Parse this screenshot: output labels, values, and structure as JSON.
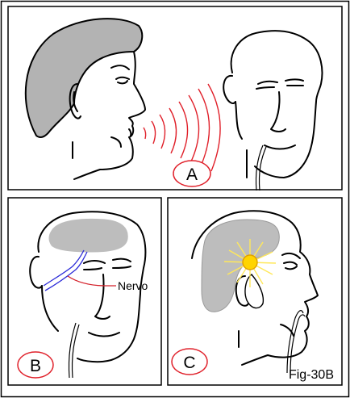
{
  "panels": {
    "a": {
      "label": "A"
    },
    "b": {
      "label": "B",
      "callout": "Nervo"
    },
    "c": {
      "label": "C"
    }
  },
  "figure_label": "Fig-30B",
  "colors": {
    "background": "#ffffff",
    "panel_border": "#000000",
    "brain_fill": "#bdbdbd",
    "hair_fill": "#b3b3b3",
    "sound_waves": "#e0202a",
    "label_ellipse": "#e0202a",
    "nerve": "#2a2ad8",
    "nerve_callout_line": "#d4202a",
    "light_core": "#ffd400",
    "light_core_stroke": "#e0a000",
    "light_rays": "#ffe85a"
  }
}
